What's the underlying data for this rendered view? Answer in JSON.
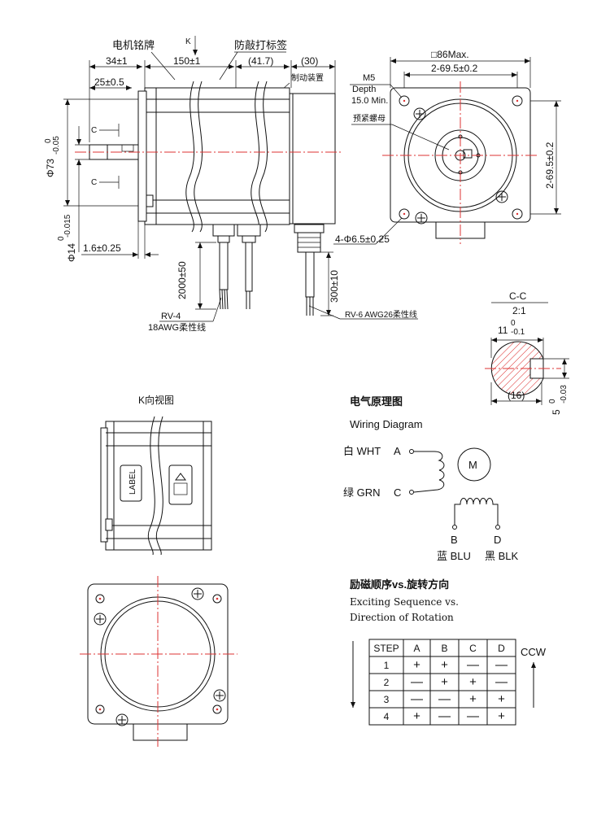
{
  "dims": {
    "nameplate": "电机铭牌",
    "k": "K",
    "markings": "防敲打标签",
    "len34": "34±1",
    "len150": "150±1",
    "len41": "(41.7)",
    "len30": "(30)",
    "brake": "制动装置",
    "len25": "25±0.5",
    "c_top": "C",
    "c_bot": "C",
    "dia73": "Φ73",
    "dia73_tol": "0",
    "dia73_tol2": "-0.05",
    "dia14": "Φ14",
    "dia14_tol": "0",
    "dia14_tol2": "-0.015",
    "len16": "1.6±0.25",
    "cable2000": "2000±50",
    "cable300": "300±10",
    "rv4": "RV-4",
    "awg18": "18AWG柔性线",
    "rv6": "RV-6 AWG26柔性线",
    "square": "□86Max.",
    "hole_top": "2-69.5±0.2",
    "hole_side": "2-69.5±0.2",
    "m5": "M5",
    "depth": "Depth",
    "depth_val": "15.0 Min.",
    "nut": "预紧螺母",
    "holes4": "4-Φ6.5±0.25",
    "cc_title": "C-C",
    "cc_scale": "2:1",
    "cc_11": "11",
    "cc_11_tol": "0",
    "cc_11_tol2": "-0.1",
    "cc_16": "(16)",
    "cc_5": "5",
    "cc_5_tol": "0",
    "cc_5_tol2": "-0.03"
  },
  "kview": {
    "title": "K向视图",
    "label_text": "LABEL"
  },
  "wiring": {
    "title_cn": "电气原理图",
    "title_en": "Wiring Diagram",
    "wht": "白 WHT",
    "a": "A",
    "grn": "绿 GRN",
    "c": "C",
    "motor": "M",
    "b": "B",
    "d": "D",
    "blu": "蓝 BLU",
    "blk": "黑 BLK"
  },
  "sequence": {
    "title_cn": "励磁顺序vs.旋转方向",
    "title_en1": "Exciting Sequence vs.",
    "title_en2": "Direction of Rotation",
    "ccw": "CCW",
    "headers": [
      "STEP",
      "A",
      "B",
      "C",
      "D"
    ],
    "rows": [
      [
        "1",
        "+",
        "+",
        "—",
        "—"
      ],
      [
        "2",
        "—",
        "+",
        "+",
        "—"
      ],
      [
        "3",
        "—",
        "—",
        "+",
        "+"
      ],
      [
        "4",
        "+",
        "—",
        "—",
        "+"
      ]
    ]
  },
  "colors": {
    "centerline": "#d33333",
    "line": "#111111"
  }
}
